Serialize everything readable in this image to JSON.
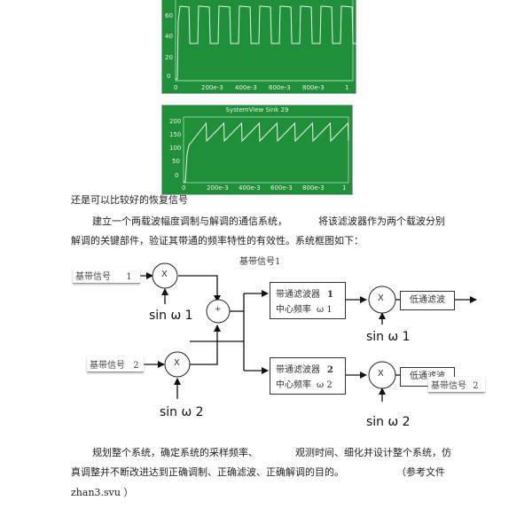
{
  "scope_top": {
    "y_ticks": [
      "60",
      "40",
      "20",
      "0"
    ],
    "x_ticks": [
      "0",
      "200e-3",
      "400e-3",
      "600e-3",
      "800e-3",
      "1"
    ]
  },
  "scope_bottom": {
    "title": "SystemView Sink 29",
    "y_ticks": [
      "200",
      "150",
      "100",
      "50",
      "0"
    ],
    "x_ticks": [
      "0",
      "200e-3",
      "400e-3",
      "600e-3",
      "800e-3",
      "1"
    ]
  },
  "text": {
    "recover": "还是可以比较好的恢复信号",
    "intro_1": "建立一个两载波幅度调制与解调的通信系统，",
    "intro_2": "将该滤波器作为两个载波分别",
    "intro_3": "解调的关键部件，验证其带通的频率特性的有效性。系统框图如下：",
    "plan_1a": "规划整个系统，确定系统的采样频率、",
    "plan_1b": "观测时间、细化并设计整个系统，仿",
    "plan_2a": "真调整并不断改进达到正确调制、正确滤波、正确解调的目的。",
    "plan_2b": "（参考文件",
    "plan_3": "zhan3.svu ）"
  },
  "diagram": {
    "baseband_top": "基带信号1",
    "input1_label": "基带信号",
    "input1_num": "1",
    "input2_label": "基带信号",
    "input2_num": "2",
    "mult": "X",
    "adder": "+",
    "sin1": "sin ω 1",
    "sin2": "sin ω 2",
    "bpf1_line1": "带通滤波器",
    "bpf1_num": "1",
    "bpf1_line2": "中心频率",
    "bpf1_freq": "ω 1",
    "bpf2_line1": "带通滤波器",
    "bpf2_num": "2",
    "bpf2_line2": "中心频率",
    "bpf2_freq": "ω 2",
    "lpf": "低通滤波",
    "out2_label": "基带信号",
    "out2_num": "2"
  }
}
